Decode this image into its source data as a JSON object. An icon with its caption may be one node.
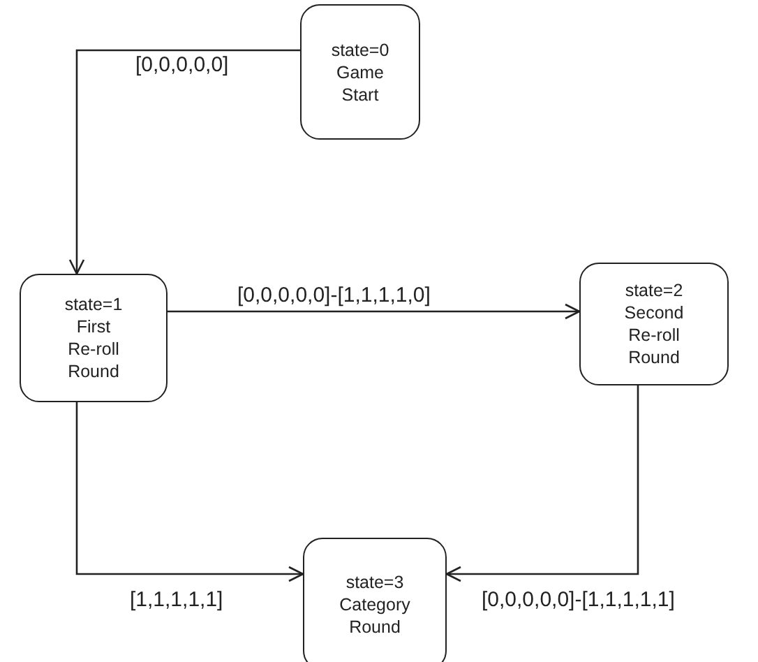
{
  "diagram": {
    "nodes": [
      {
        "text": [
          "state=0 Game Start"
        ]
      },
      {
        "text": [
          "state=1 First Re-roll Round"
        ]
      },
      {
        "text": [
          "state=2 Second Re-roll Round"
        ]
      },
      {
        "text": [
          "state=3 Category Round"
        ]
      }
    ],
    "edges": [
      {
        "from": 0,
        "to": 1,
        "arrow": "to",
        "label": "[0,0,0,0,0]"
      },
      {
        "from": 1,
        "to": 2,
        "arrow": "to",
        "label": "[0,0,0,0,0]-[1,1,1,1,0]"
      },
      {
        "from": 1,
        "to": 3,
        "arrow": "to",
        "label": "[1,1,1,1,1]"
      },
      {
        "from": 2,
        "to": 3,
        "arrow": "to",
        "label": "[0,0,0,0,0]-[1,1,1,1,1]"
      }
    ]
  }
}
